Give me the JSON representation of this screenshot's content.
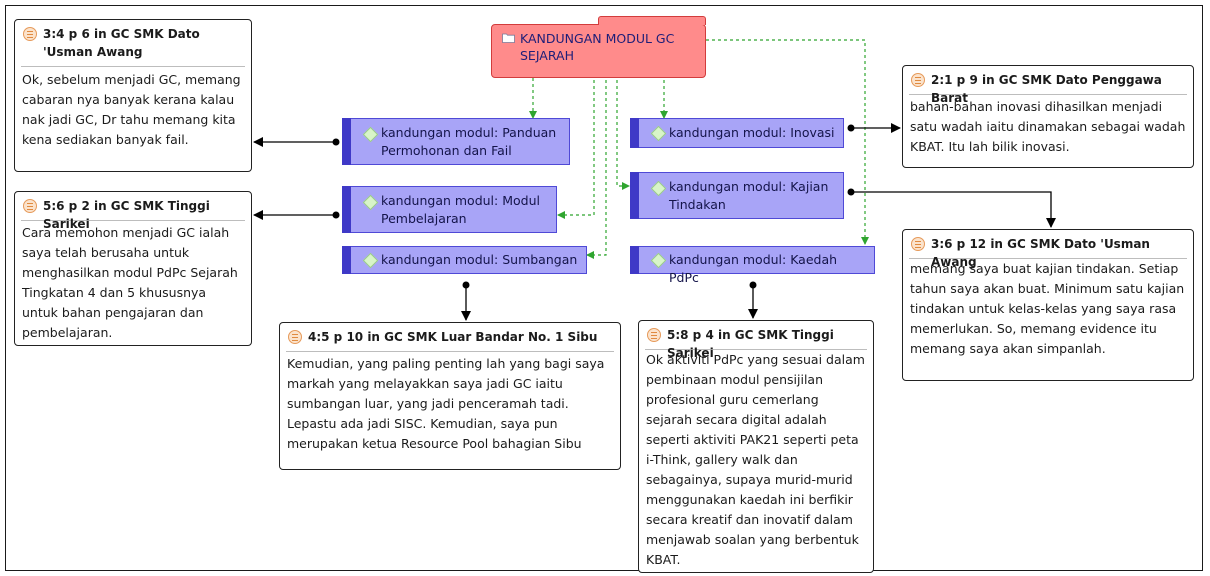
{
  "root": {
    "label": "KANDUNGAN MODUL GC SEJARAH"
  },
  "codes": {
    "panduan": "kandungan modul: Panduan Permohonan dan Fail",
    "pembelajaran": "kandungan modul: Modul Pembelajaran",
    "sumbangan": "kandungan modul: Sumbangan",
    "inovasi": "kandungan modul: Inovasi",
    "kajian": "kandungan modul: Kajian Tindakan",
    "kaedah": "kandungan modul: Kaedah PdPc"
  },
  "quotes": {
    "q1": {
      "title": "3:4 p 6 in GC SMK Dato 'Usman Awang",
      "text": "Ok, sebelum menjadi GC, memang cabaran nya banyak kerana kalau nak jadi GC, Dr tahu memang kita kena sediakan banyak fail."
    },
    "q2": {
      "title": "5:6 p 2 in GC SMK Tinggi Sarikei",
      "text": "Cara memohon menjadi GC ialah saya telah berusaha untuk menghasilkan modul PdPc Sejarah Tingkatan 4 dan 5 khususnya untuk bahan pengajaran dan pembelajaran."
    },
    "q3": {
      "title": "4:5 p 10 in GC SMK Luar Bandar No. 1 Sibu",
      "text": "Kemudian, yang paling penting lah yang bagi saya markah   yang melayakkan saya jadi GC iaitu sumbangan luar, yang jadi penceramah tadi. Lepastu ada   jadi SISC. Kemudian, saya pun merupakan ketua Resource Pool bahagian Sibu"
    },
    "q4": {
      "title": "5:8 p 4 in GC SMK Tinggi Sarikei",
      "text": "Ok aktiviti PdPc yang sesuai dalam pembinaan modul pensijilan profesional guru cemerlang sejarah secara digital adalah seperti aktiviti PAK21 seperti peta i-Think, gallery walk dan sebagainya, supaya murid-murid menggunakan kaedah ini berfikir secara kreatif dan inovatif   dalam menjawab soalan yang berbentuk KBAT."
    },
    "q5": {
      "title": "2:1 p 9 in GC SMK Dato Penggawa Barat",
      "text": " bahan-bahan inovasi dihasilkan menjadi satu wadah iaitu   dinamakan sebagai wadah KBAT. Itu lah bilik inovasi."
    },
    "q6": {
      "title": "3:6 p 12 in GC SMK Dato 'Usman Awang",
      "text": "memang saya buat kajian tindakan. Setiap tahun saya akan buat. Minimum satu kajian   tindakan untuk kelas-kelas yang saya rasa memerlukan. So, memang evidence itu memang   saya akan simpanlah."
    }
  },
  "colors": {
    "root_fill": "#ff8b8b",
    "code_fill": "#a8a4f7",
    "code_bar": "#3f39c7",
    "dashed_link": "#2fa52f",
    "solid_link": "#000000"
  },
  "icons": {
    "root": "folder-icon",
    "code": "diamond-code-icon",
    "quote": "document-quote-icon"
  }
}
